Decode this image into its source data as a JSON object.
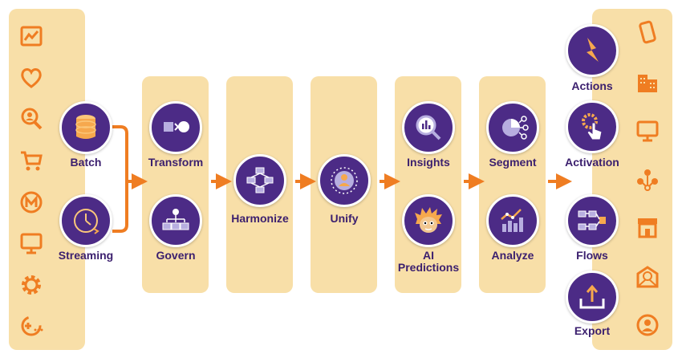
{
  "sources": {
    "batch": "Batch",
    "streaming": "Streaming"
  },
  "columns": {
    "transform": "Transform",
    "govern": "Govern",
    "harmonize": "Harmonize",
    "unify": "Unify",
    "insights": "Insights",
    "ai_predictions": "AI\nPredictions",
    "segment": "Segment",
    "analyze": "Analyze"
  },
  "outputs": {
    "actions": "Actions",
    "activation": "Activation",
    "flows": "Flows",
    "export": "Export"
  },
  "left_icons": [
    "chart-icon",
    "heart-icon",
    "search-person-icon",
    "cart-icon",
    "mulesoft-icon",
    "monitor-icon",
    "gear-icon",
    "add-more-icon"
  ],
  "right_icons": [
    "phone-icon",
    "building-icon",
    "monitor-icon",
    "people-network-icon",
    "store-icon",
    "email-icon",
    "person-icon"
  ],
  "colors": {
    "panel": "#f8dfa8",
    "node": "#4c2b86",
    "arrow": "#ef7d22",
    "icon": "#ef7d22",
    "label": "#3b1f6e"
  }
}
